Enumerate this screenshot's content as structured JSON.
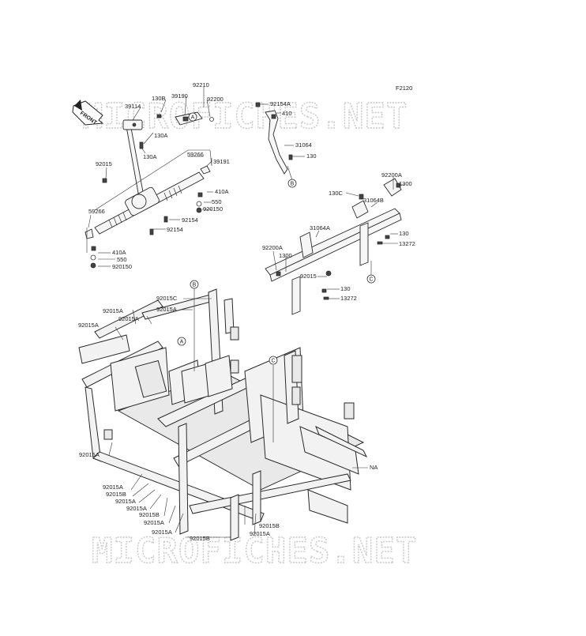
{
  "diagram_code": "F2120",
  "front_marker": "FRONT",
  "watermark": "MICROFICHES.NET",
  "callouts": {
    "a": "A",
    "b": "B",
    "c": "C"
  },
  "steering_labels": {
    "l92210": "92210",
    "l130b": "130B",
    "l39190": "39190",
    "l92200": "92200",
    "l39114": "39114",
    "l130a_1": "130A",
    "l130a_2": "130A",
    "l92015": "92015",
    "l59266_1": "59266",
    "l39191": "39191",
    "l410a_1": "410A",
    "l550_1": "550",
    "l920150_1": "920150",
    "l92154_1": "92154",
    "l92154_2": "92154",
    "l59266_2": "59266",
    "l410a_2": "410A",
    "l550_2": "550",
    "l920150_2": "920150"
  },
  "bracket_labels": {
    "l92154a": "92154A",
    "l410": "410",
    "l31064": "31064",
    "l130": "130"
  },
  "crossmember_labels": {
    "l92200a_1": "92200A",
    "l1300_1": "1300",
    "l130c": "130C",
    "l31064b": "31064B",
    "l31064a": "31064A",
    "l130_1": "130",
    "l13272_1": "13272",
    "l92200a_2": "92200A",
    "l1300_2": "1300",
    "l92015": "92015",
    "l130_2": "130",
    "l13272_2": "13272"
  },
  "frame_labels": {
    "l92015c": "92015C",
    "l92015a_1": "92015A",
    "l92015a_2": "92015A",
    "l92015a_3": "92015A",
    "l92015a_4": "92015A",
    "l92015a_5": "92015A",
    "l92015b_1": "92015B",
    "l92015a_6": "92015A",
    "l92015a_7": "92015A",
    "l92015b_2": "92015B",
    "l92015a_8": "92015A",
    "l92015a_9": "92015A",
    "l92015b_3": "92015B",
    "l92015b_4": "92015B",
    "l92015a_10": "92015A",
    "na": "NA"
  }
}
